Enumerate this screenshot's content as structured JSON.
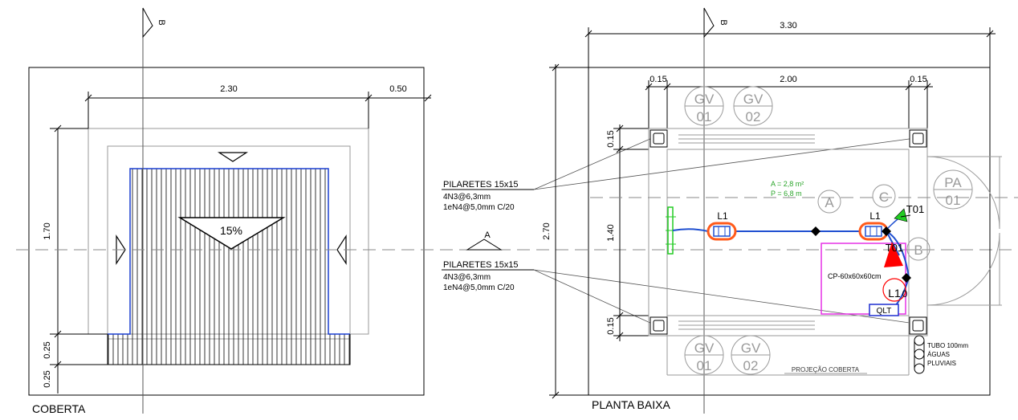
{
  "cobertura": {
    "title": "COBERTA",
    "dim_width": "2.30",
    "dim_overhang": "0.50",
    "dim_height": "1.70",
    "dim_left_a": "0.25",
    "dim_left_b": "0.25",
    "slope": "15%",
    "section_b": "B"
  },
  "section_a": "A",
  "callouts": [
    {
      "title": "PILARETES 15x15",
      "line1": "4N3@6,3mm",
      "line2": "1eN4@5,0mm C/20"
    },
    {
      "title": "PILARETES 15x15",
      "line1": "4N3@6,3mm",
      "line2": "1eN4@5,0mm C/20"
    }
  ],
  "planta": {
    "title": "PLANTA BAIXA",
    "section_b": "B",
    "dim_total": "3.30",
    "dim_left": "0.15",
    "dim_mid": "2.00",
    "dim_right": "0.15",
    "dim_height": "2.70",
    "dim_v1": "0.15",
    "dim_v2": "1.40",
    "dim_v3": "0.15",
    "area": "A = 2,8 m²",
    "perimeter": "P = 6,8 m",
    "gv_top": [
      {
        "a": "GV",
        "b": "01"
      },
      {
        "a": "GV",
        "b": "02"
      }
    ],
    "gv_bottom": [
      {
        "a": "GV",
        "b": "01"
      },
      {
        "a": "GV",
        "b": "02"
      }
    ],
    "pa": {
      "a": "PA",
      "b": "01"
    },
    "circ_a": "A",
    "circ_b": "B",
    "circ_c": "C",
    "l1_left": "L1",
    "l1_right": "L1",
    "l1_mid": "L1",
    "l1_mid_sub": "0",
    "t01_top": "T01",
    "t01_mid": "T01",
    "cp": "CP-60x60x60cm",
    "qlt": "QLT",
    "tubo_l1": "TUBO 100mm",
    "tubo_l2": "ÁGUAS",
    "tubo_l3": "PLUVIAIS",
    "projecao": "PROJEÇÃO COBERTA"
  },
  "colors": {
    "roof_blue": "#1a3fd0",
    "wire_blue": "#1f4fd0",
    "fixture_orange": "#ff5a1a",
    "area_green": "#2aa52a",
    "cp_magenta": "#e632e6",
    "arrow_red": "#ff0000",
    "arrow_green": "#22cc22",
    "gray": "#9a9a9a"
  }
}
